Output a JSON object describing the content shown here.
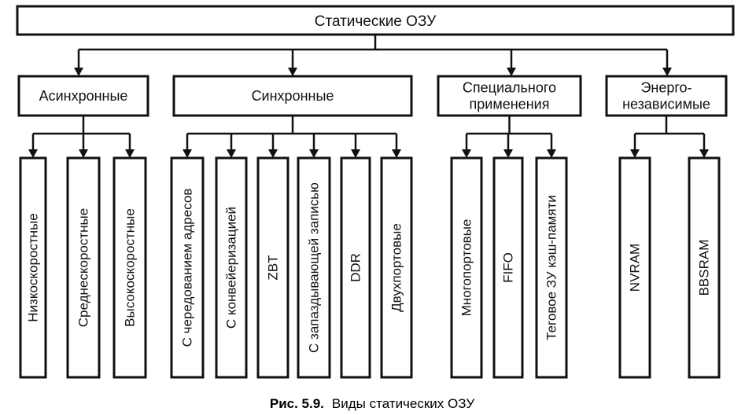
{
  "root": {
    "label": "Статические ОЗУ"
  },
  "categories": [
    {
      "label_lines": [
        "Асинхронные"
      ],
      "children": [
        "Низкоскоростные",
        "Среднескоростные",
        "Высокоскоростные"
      ]
    },
    {
      "label_lines": [
        "Синхронные"
      ],
      "children": [
        "С чередованием адресов",
        "С конвейеризацией",
        "ZBT",
        "С запаздывающей записью",
        "DDR",
        "Двухпортовые"
      ]
    },
    {
      "label_lines": [
        "Специального",
        "применения"
      ],
      "children": [
        "Многопортовые",
        "FIFO",
        "Теговое ЗУ кэш-памяти"
      ]
    },
    {
      "label_lines": [
        "Энерго-",
        "независимые"
      ],
      "children": [
        "NVRAM",
        "BBSRAM"
      ]
    }
  ],
  "caption": {
    "number": "Рис. 5.9.",
    "text": "Виды статических ОЗУ"
  },
  "colors": {
    "stroke": "#111111",
    "fill": "#ffffff",
    "text": "#111111"
  }
}
